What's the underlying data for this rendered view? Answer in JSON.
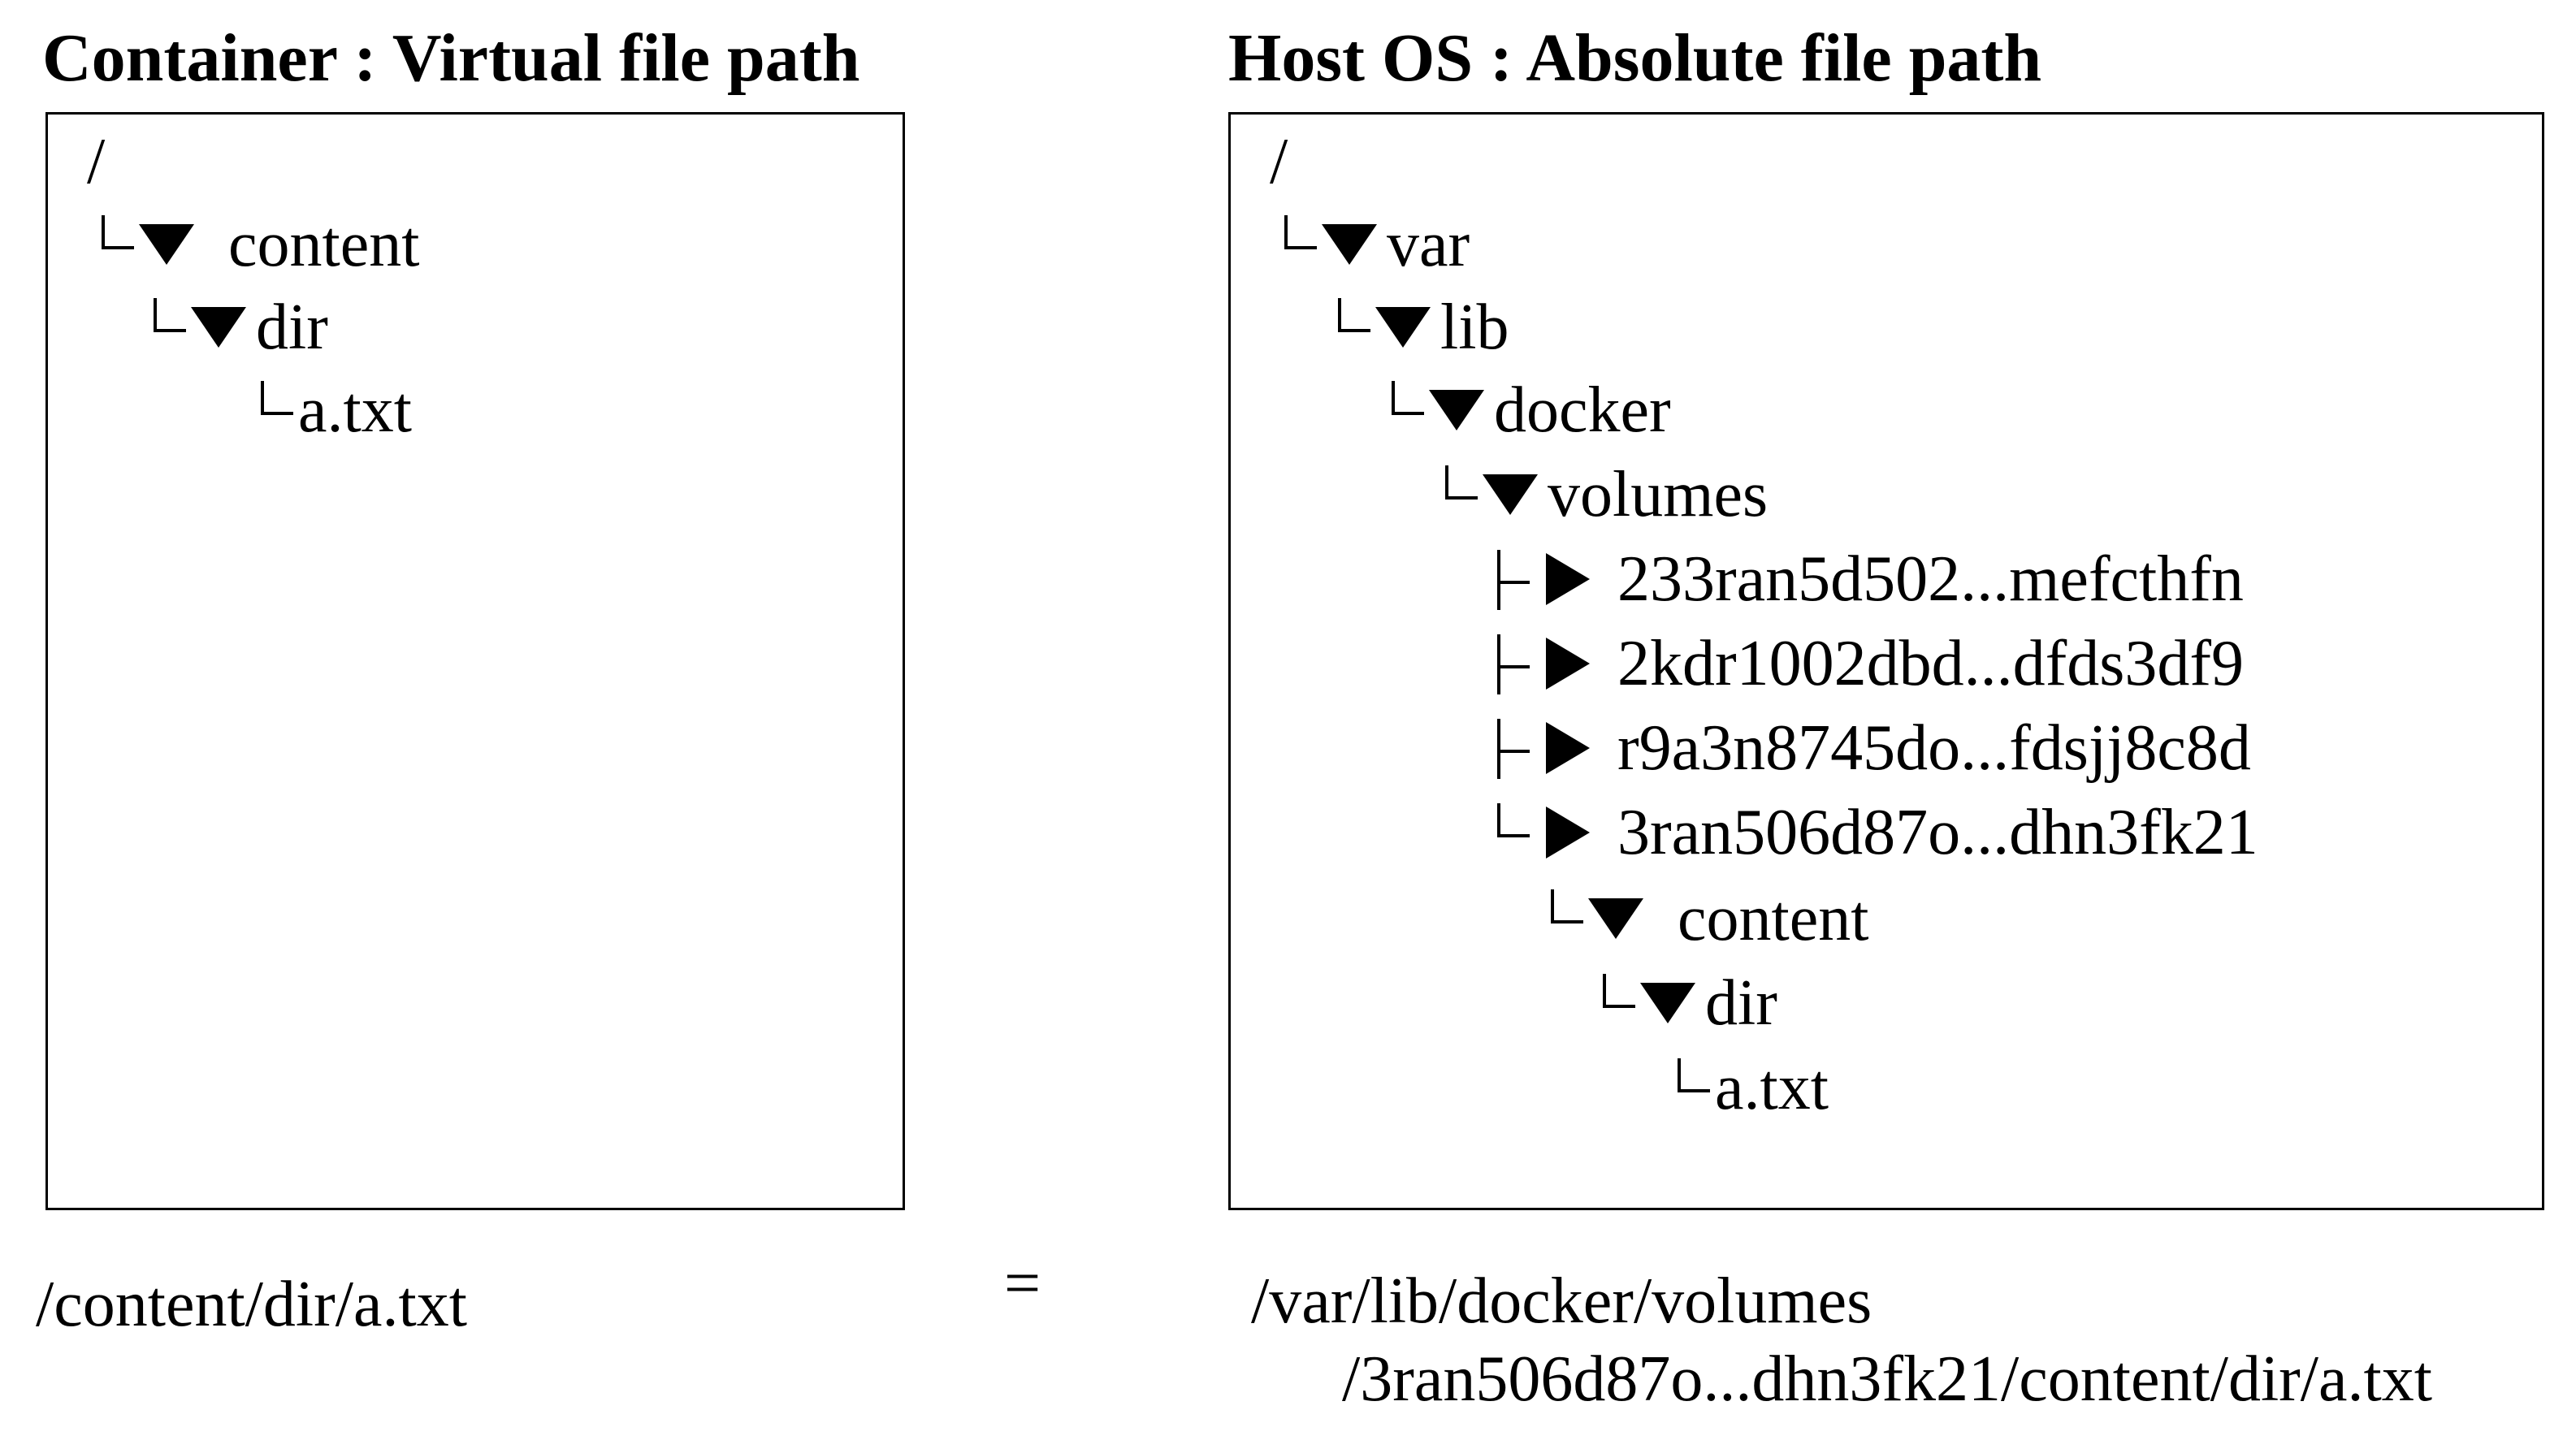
{
  "left": {
    "heading": "Container : Virtual file path",
    "tree": {
      "root": "/",
      "content": "content",
      "dir": "dir",
      "file": "a.txt"
    },
    "path": "/content/dir/a.txt"
  },
  "equals": "=",
  "right": {
    "heading": "Host OS : Absolute file path",
    "tree": {
      "root": "/",
      "var": "var",
      "lib": "lib",
      "docker": "docker",
      "volumes": "volumes",
      "volume_ids": [
        "233ran5d502...mefcthfn",
        "2kdr1002dbd...dfds3df9",
        "r9a3n8745do...fdsjj8c8d",
        "3ran506d87o...dhn3fk21"
      ],
      "content": "content",
      "dir": "dir",
      "file": "a.txt"
    },
    "path_line1": "/var/lib/docker/volumes",
    "path_line2": "/3ran506d87o...dhn3fk21/content/dir/a.txt"
  },
  "icons": {
    "expanded": "triangle-down-icon",
    "collapsed": "triangle-right-icon"
  }
}
